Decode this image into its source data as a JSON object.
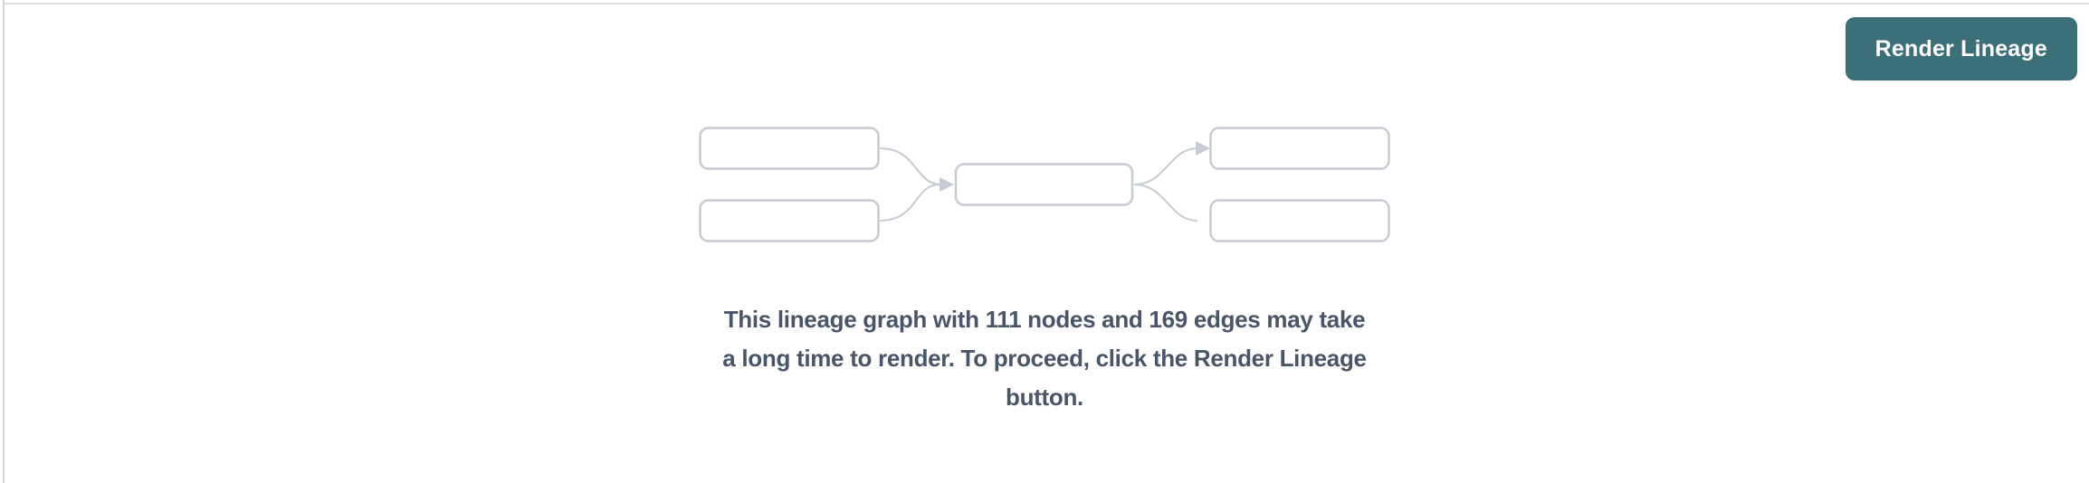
{
  "panel": {
    "name": "lineage-tab-panel",
    "background_color": "#ffffff",
    "top_border_color": "#dfdfe3",
    "left_border_color": "#d3d3d8"
  },
  "toolbar": {
    "render_button_label": "Render Lineage",
    "render_button_color": "#3c6f78",
    "render_button_text_color": "#ffffff"
  },
  "empty_state": {
    "illustration": {
      "name": "lineage-graph-placeholder",
      "description": "five empty rounded nodes connected by curved arrows (2 upstream, 1 middle, 2 downstream)",
      "node_border_color": "#c7cbd3",
      "edge_color": "#c7cbd3"
    },
    "node_count": 111,
    "edge_count": 169,
    "message_color": "#4a5568",
    "message_lines": [
      "This lineage graph with 111 nodes and 169 edges may take",
      "a long time to render. To proceed, click the Render Lineage",
      "button."
    ]
  }
}
